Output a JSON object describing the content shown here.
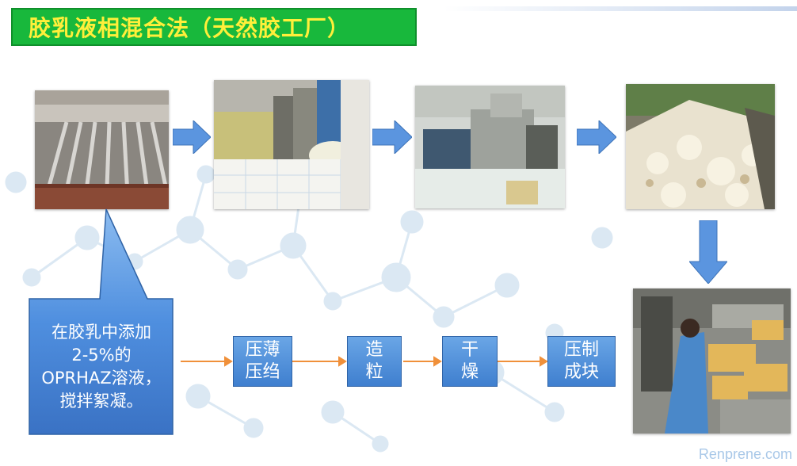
{
  "title": "胶乳液相混合法（天然胶工厂）",
  "callout": {
    "line1": "在胶乳中添加",
    "line2": "2-5%的",
    "line3": "OPRHAZ溶液，",
    "line4": "搅拌絮凝。"
  },
  "steps": [
    {
      "line1": "压薄",
      "line2": "压绉"
    },
    {
      "line1": "造",
      "line2": "粒"
    },
    {
      "line1": "干",
      "line2": "燥"
    },
    {
      "line1": "压制",
      "line2": "成块"
    }
  ],
  "watermark": "Renprene.com",
  "colors": {
    "title_bg": "#18b83c",
    "title_text": "#ffef3a",
    "box_blue": "#4a8ad8",
    "big_arrow": "#5b95df",
    "small_arrow": "#f0903a"
  }
}
